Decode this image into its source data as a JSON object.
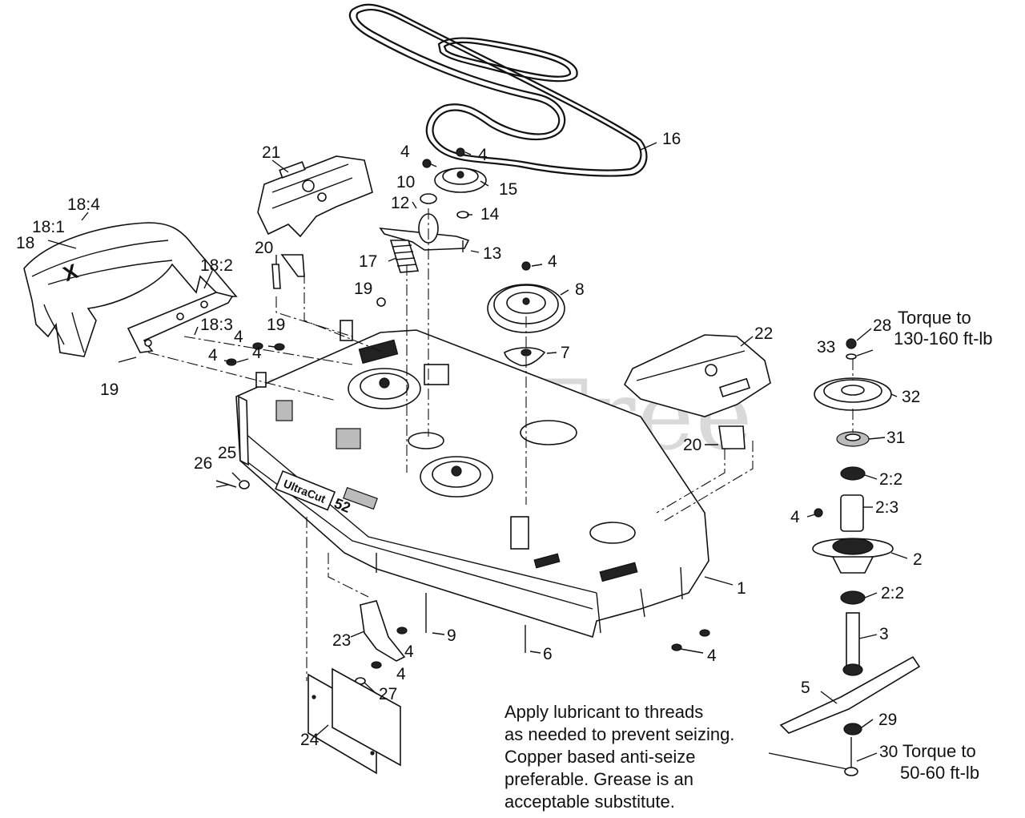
{
  "watermark": "PartsTree",
  "callouts": [
    {
      "id": "c-18-4",
      "text": "18:4"
    },
    {
      "id": "c-18-1",
      "text": "18:1"
    },
    {
      "id": "c-18",
      "text": "18"
    },
    {
      "id": "c-18-2",
      "text": "18:2"
    },
    {
      "id": "c-18-3",
      "text": "18:3"
    },
    {
      "id": "c-19a",
      "text": "19"
    },
    {
      "id": "c-19b",
      "text": "19"
    },
    {
      "id": "c-19c",
      "text": "19"
    },
    {
      "id": "c-21",
      "text": "21"
    },
    {
      "id": "c-20a",
      "text": "20"
    },
    {
      "id": "c-20b",
      "text": "20"
    },
    {
      "id": "c-17",
      "text": "17"
    },
    {
      "id": "c-12",
      "text": "12"
    },
    {
      "id": "c-10",
      "text": "10"
    },
    {
      "id": "c-4a",
      "text": "4"
    },
    {
      "id": "c-4b",
      "text": "4"
    },
    {
      "id": "c-15",
      "text": "15"
    },
    {
      "id": "c-14",
      "text": "14"
    },
    {
      "id": "c-13",
      "text": "13"
    },
    {
      "id": "c-16",
      "text": "16"
    },
    {
      "id": "c-4c",
      "text": "4"
    },
    {
      "id": "c-8",
      "text": "8"
    },
    {
      "id": "c-7",
      "text": "7"
    },
    {
      "id": "c-22",
      "text": "22"
    },
    {
      "id": "c-4d",
      "text": "4"
    },
    {
      "id": "c-4e",
      "text": "4"
    },
    {
      "id": "c-4f",
      "text": "4"
    },
    {
      "id": "c-26",
      "text": "26"
    },
    {
      "id": "c-25",
      "text": "25"
    },
    {
      "id": "c-1",
      "text": "1"
    },
    {
      "id": "c-9",
      "text": "9"
    },
    {
      "id": "c-6",
      "text": "6"
    },
    {
      "id": "c-4g",
      "text": "4"
    },
    {
      "id": "c-23",
      "text": "23"
    },
    {
      "id": "c-4h",
      "text": "4"
    },
    {
      "id": "c-4i",
      "text": "4"
    },
    {
      "id": "c-27",
      "text": "27"
    },
    {
      "id": "c-24",
      "text": "24"
    },
    {
      "id": "c-28",
      "text": "28"
    },
    {
      "id": "c-33",
      "text": "33"
    },
    {
      "id": "c-32",
      "text": "32"
    },
    {
      "id": "c-31",
      "text": "31"
    },
    {
      "id": "c-2-2a",
      "text": "2:2"
    },
    {
      "id": "c-2-3",
      "text": "2:3"
    },
    {
      "id": "c-4j",
      "text": "4"
    },
    {
      "id": "c-2",
      "text": "2"
    },
    {
      "id": "c-2-2b",
      "text": "2:2"
    },
    {
      "id": "c-3",
      "text": "3"
    },
    {
      "id": "c-5",
      "text": "5"
    },
    {
      "id": "c-29",
      "text": "29"
    },
    {
      "id": "c-30",
      "text": "30"
    }
  ],
  "torque_notes": {
    "top_line1": "Torque to",
    "top_line2": "130-160 ft-lb",
    "bottom_line1": "Torque to",
    "bottom_line2": "50-60 ft-lb"
  },
  "lubricant_note": [
    "Apply lubricant to threads",
    "as needed to prevent seizing.",
    "Copper  based anti-seize",
    "preferable. Grease is an",
    "acceptable substitute."
  ],
  "deck_labels": {
    "brand": "UltraCut",
    "size": "52"
  }
}
